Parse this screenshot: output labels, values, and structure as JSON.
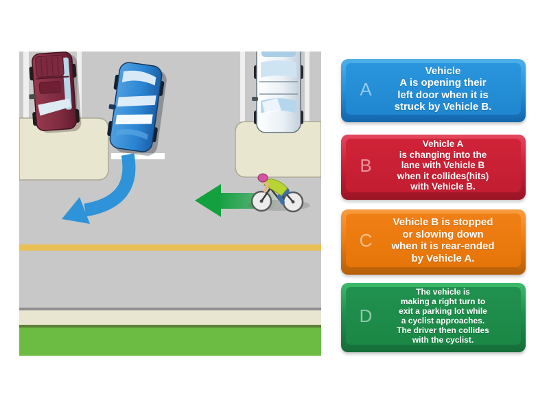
{
  "page": {
    "background": "#ffffff"
  },
  "scene": {
    "alt": "Top-down traffic illustration: a blue car exits a parking lot between curb islands making a turn (blue curved arrow) across a road while a cyclist approaches from the right heading left (green arrow); a maroon car and a white van are parked in adjacent spaces; yellow center line, sidewalk and grass below.",
    "colors": {
      "road": "#c8c8c8",
      "lane_line": "#efefef",
      "island": "#e9e6d0",
      "island_outline": "#aaa795",
      "stop_line": "#ffffff",
      "yellow_center_line": "#e9c055",
      "curb_line": "#8f8f8f",
      "sidewalk": "#e8e5d0",
      "grass_edge": "#5c8038",
      "grass": "#6cbc44",
      "blue_arrow": "#2e93d8",
      "green_arrow": "#13a03f",
      "car_maroon": "#7d2a3e",
      "car_blue": "#2a84d2",
      "van_body": "#e9f0f5",
      "cyclist_helmet": "#d554a0",
      "cyclist_jersey": "#b8d334",
      "cyclist_pants": "#3f6fa8"
    }
  },
  "options": [
    {
      "letter": "A",
      "text": "Vehicle\nA is opening their\nleft door when it is\nstruck by Vehicle B.",
      "colors": {
        "light": "#4fb0e8",
        "main": "#2a96dd",
        "deep": "#1f86d0",
        "dark": "#1366ac"
      }
    },
    {
      "letter": "B",
      "text": "Vehicle A\nis changing into the\nlane with Vehicle B\nwhen it collides(hits)\nwith Vehicle B.",
      "colors": {
        "light": "#e4485f",
        "main": "#d02338",
        "deep": "#c21d31",
        "dark": "#991425"
      }
    },
    {
      "letter": "C",
      "text": "Vehicle B is stopped\nor slowing down\nwhen it is rear-ended\nby Vehicle A.",
      "colors": {
        "light": "#f89d43",
        "main": "#f08016",
        "deep": "#e67509",
        "dark": "#b55f08"
      }
    },
    {
      "letter": "D",
      "text": "The vehicle is\nmaking a right turn to\nexit a parking lot while\na cyclist approaches.\nThe driver then collides\nwith the cyclist.",
      "colors": {
        "light": "#3fbb6b",
        "main": "#219150",
        "deep": "#1b8745",
        "dark": "#156c37"
      }
    }
  ]
}
